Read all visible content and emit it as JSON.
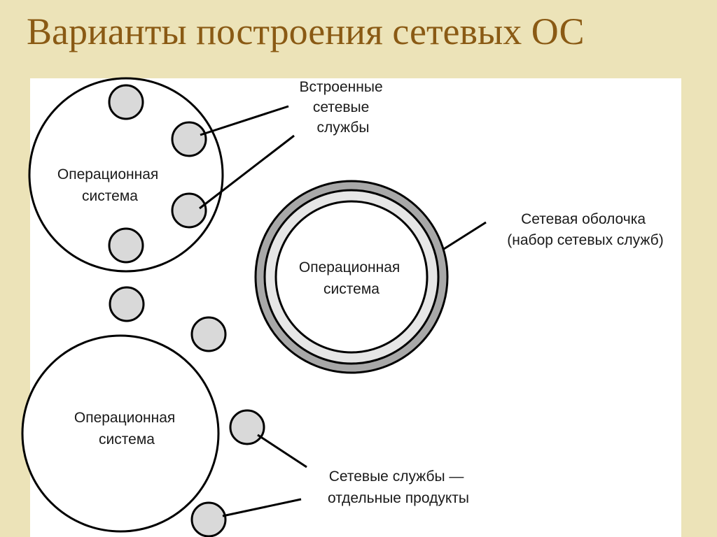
{
  "slide": {
    "title": "Варианты построения сетевых ОС"
  },
  "diagram": {
    "builtin": {
      "os_label": [
        "Операционная",
        "система"
      ],
      "callout": [
        "Встроенные",
        "сетевые",
        "службы"
      ]
    },
    "shell": {
      "os_label": [
        "Операционная",
        "система"
      ],
      "callout": [
        "Сетевая оболочка",
        "(набор сетевых служб)"
      ]
    },
    "separate": {
      "os_label": [
        "Операционная",
        "система"
      ],
      "callout": [
        "Сетевые службы —",
        "отдельные продукты"
      ]
    }
  },
  "colors": {
    "background": "#ECE3B8",
    "title": "#8A5A14",
    "service_fill": "#D9D9D9",
    "shell_ring": "#A8A8A8",
    "shell_inner": "#E6E6E6"
  }
}
